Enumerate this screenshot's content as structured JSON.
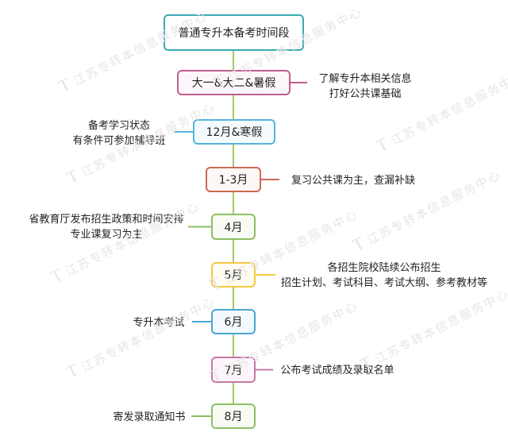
{
  "title": "普通专升本备考时间段",
  "stages": [
    {
      "label": "大一&大二&暑假",
      "color": "#c05c8d",
      "fill": "#fdf6fa",
      "note": {
        "side": "right",
        "lines": [
          "了解专升本相关信息",
          "打好公共课基础"
        ]
      }
    },
    {
      "label": "12月&寒假",
      "color": "#58b4dc",
      "fill": "#f4fbfe",
      "note": {
        "side": "left",
        "lines": [
          "备考学习状态",
          "有条件可参加辅导班"
        ]
      }
    },
    {
      "label": "1-3月",
      "color": "#cc6a55",
      "fill": "#fdf7f5",
      "note": {
        "side": "right",
        "lines": [
          "复习公共课为主，查漏补缺"
        ]
      }
    },
    {
      "label": "4月",
      "color": "#8dbf63",
      "fill": "#f8fcf4",
      "note": {
        "side": "left",
        "lines": [
          "省教育厅发布招生政策和时间安排",
          "专业课复习为主"
        ]
      }
    },
    {
      "label": "5月",
      "color": "#f5c842",
      "fill": "#fffdf2",
      "note": {
        "side": "right",
        "lines": [
          "各招生院校陆续公布招生",
          "招生计划、考试科目、考试大纲、参考教材等"
        ]
      }
    },
    {
      "label": "6月",
      "color": "#4aa5d2",
      "fill": "#f3faff",
      "note": {
        "side": "left",
        "lines": [
          "专升本考试"
        ]
      }
    },
    {
      "label": "7月",
      "color": "#c678a8",
      "fill": "#fcf6fa",
      "note": {
        "side": "right",
        "lines": [
          "公布考试成绩及录取名单"
        ]
      }
    },
    {
      "label": "8月",
      "color": "#8dbf63",
      "fill": "#f8fcf4",
      "note": {
        "side": "left",
        "lines": [
          "寄发录取通知书"
        ]
      }
    }
  ],
  "colors": {
    "title_border": "#3aaab5",
    "trunk": "#a3c96b"
  },
  "watermark": "江苏专转本信息服务中心"
}
